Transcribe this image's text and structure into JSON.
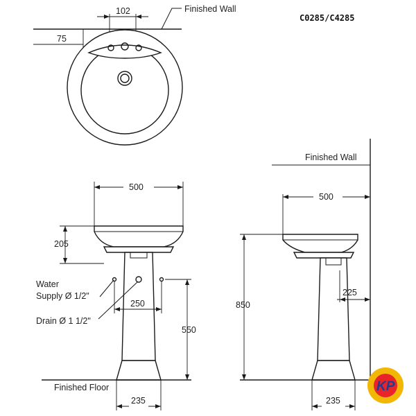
{
  "model_code": "C0285/C4285",
  "plan_view": {
    "finished_wall": "Finished Wall",
    "dim_tap_spacing": "102",
    "dim_wall_offset": "75"
  },
  "front_view": {
    "dim_basin_width": "500",
    "dim_basin_depth": "205",
    "water_supply_label": "Water",
    "water_supply_size": "Supply Ø 1/2\"",
    "drain_label": "Drain Ø 1 1/2\"",
    "dim_supply_spacing": "250",
    "dim_pedestal_height": "550",
    "dim_base_width": "235",
    "finished_floor": "Finished Floor"
  },
  "side_view": {
    "finished_wall": "Finished Wall",
    "dim_basin_width": "500",
    "dim_overall_height": "850",
    "dim_wall_to_pedestal": "225",
    "dim_base_width": "235"
  },
  "logo": {
    "text": "KP",
    "colors": {
      "ring": "#f2b705",
      "core": "#e8232a",
      "letters": "#1b3f95"
    }
  }
}
